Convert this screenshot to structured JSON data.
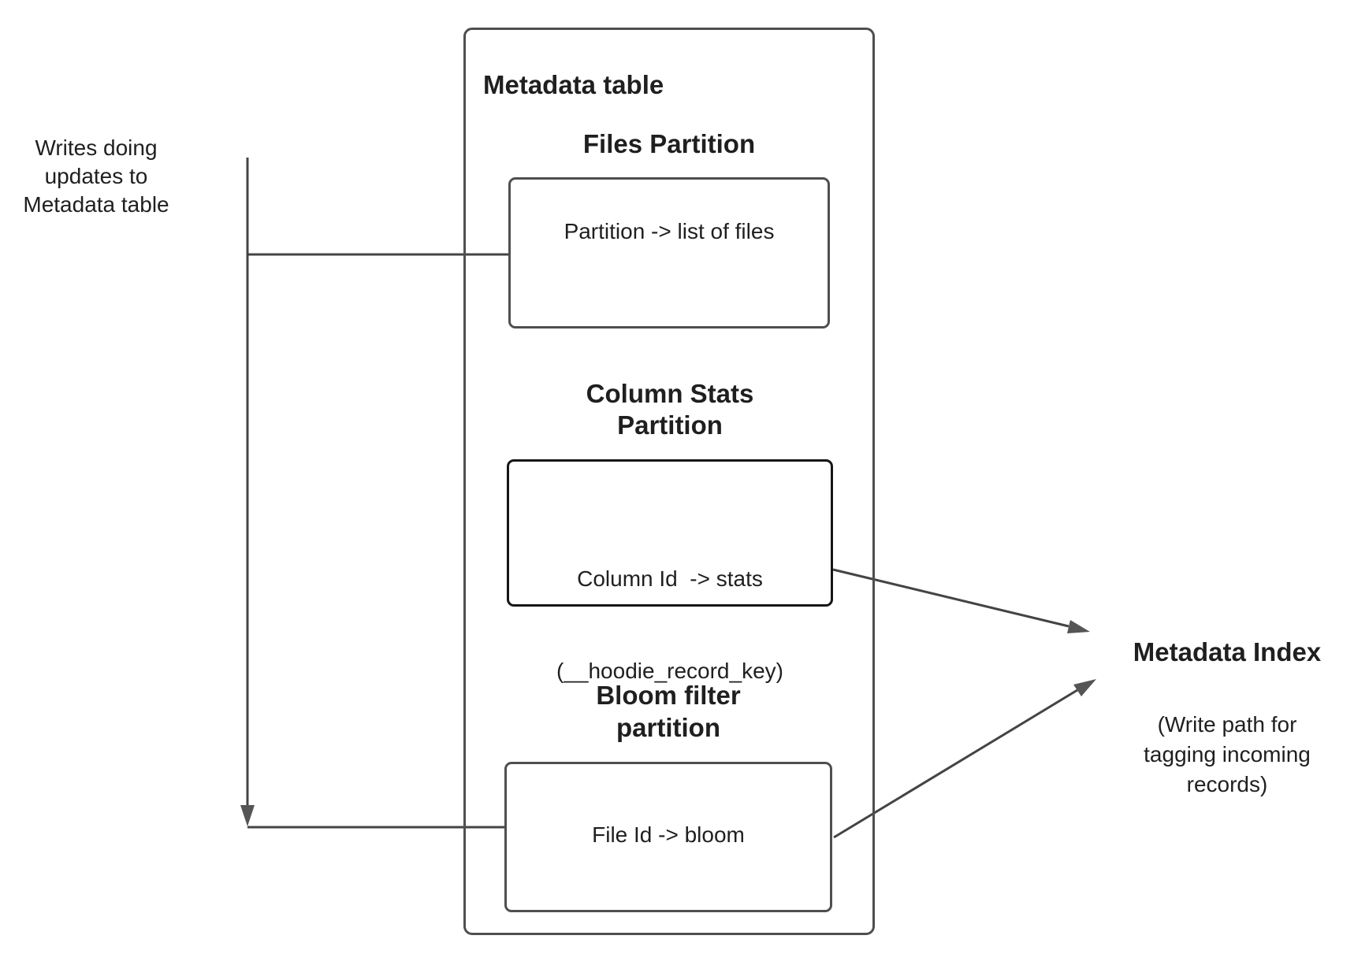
{
  "left_label": {
    "line1": "Writes doing",
    "line2": "updates to",
    "line3": "Metadata table"
  },
  "metadata_table": {
    "title": "Metadata table",
    "files": {
      "heading": "Files Partition",
      "body": "Partition -> list of files"
    },
    "column_stats": {
      "heading_line1": "Column Stats",
      "heading_line2": "Partition",
      "body_line1": "Column Id  -> stats",
      "body_line2": "(__hoodie_record_key)"
    },
    "bloom": {
      "heading_line1": "Bloom filter",
      "heading_line2": "partition",
      "body": "File Id -> bloom"
    }
  },
  "metadata_index": {
    "title": "Metadata Index",
    "subtitle_line1": "(Write path for",
    "subtitle_line2": "tagging incoming",
    "subtitle_line3": "records)"
  },
  "colors": {
    "background": "#ffffff",
    "text": "#1f1f1f",
    "line": "#444444",
    "arrow": "#555555",
    "box_border": "#4f4f4f",
    "emphasis_border": "#161616"
  }
}
